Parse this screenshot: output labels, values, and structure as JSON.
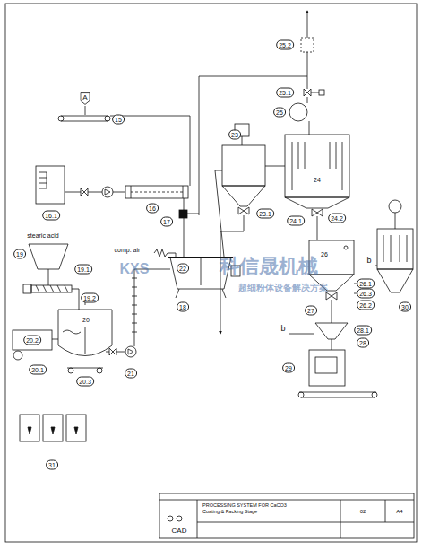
{
  "diagram": {
    "nodes": [
      {
        "text": [
          "A"
        ]
      },
      {
        "text": [
          "15"
        ]
      },
      {
        "text": [
          "16.1"
        ]
      },
      {
        "text": [
          "16"
        ]
      },
      {
        "text": [
          "17"
        ]
      },
      {
        "text": [
          "22"
        ]
      },
      {
        "text": [
          "19"
        ]
      },
      {
        "text": [
          "19.1"
        ]
      },
      {
        "text": [
          "19.2"
        ]
      },
      {
        "text": [
          "18"
        ]
      },
      {
        "text": [
          "20.2"
        ]
      },
      {
        "text": [
          "20.1"
        ]
      },
      {
        "text": [
          "20.3"
        ]
      },
      {
        "text": [
          "21"
        ]
      },
      {
        "text": [
          "23"
        ]
      },
      {
        "text": [
          "23.1"
        ]
      },
      {
        "text": [
          "24.1"
        ]
      },
      {
        "text": [
          "24.2"
        ]
      },
      {
        "text": [
          "25"
        ]
      },
      {
        "text": [
          "25.1"
        ]
      },
      {
        "text": [
          "25.2"
        ]
      },
      {
        "text": [
          "26.1"
        ]
      },
      {
        "text": [
          "26.3"
        ]
      },
      {
        "text": [
          "26.2"
        ]
      },
      {
        "text": [
          "27"
        ]
      },
      {
        "text": [
          "28.1"
        ]
      },
      {
        "text": [
          "28"
        ]
      },
      {
        "text": [
          "29"
        ]
      },
      {
        "text": [
          "30"
        ]
      },
      {
        "text": [
          "31"
        ]
      },
      {
        "text": [
          "PROCESSING SYSTEM FOR CaCO3",
          "Coating & Packing Stage"
        ]
      }
    ],
    "labels": [
      "stearic acid",
      "comp. air",
      "20",
      "24",
      "26",
      "b",
      "b",
      "CAD",
      "02",
      "A4",
      "KXS",
      "科信晟机械",
      "超细粉体设备解决方案"
    ]
  }
}
